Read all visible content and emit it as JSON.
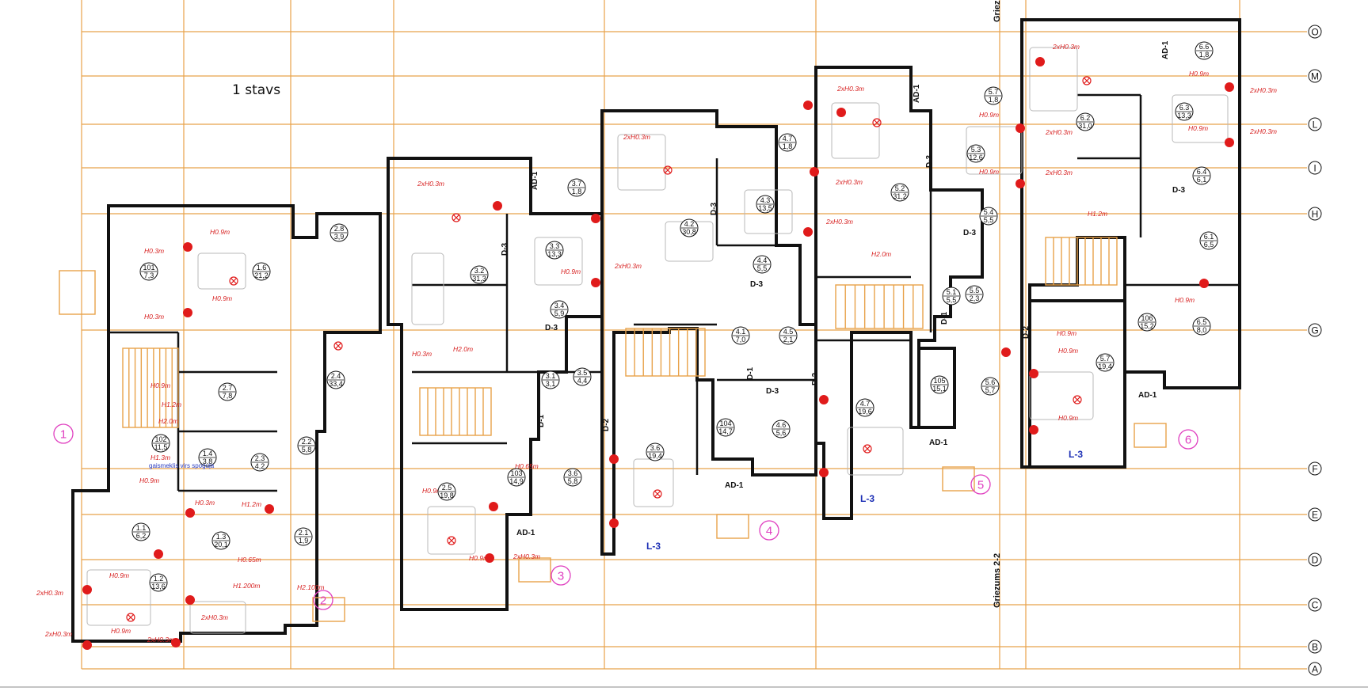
{
  "drawing": {
    "title": "1 stavs",
    "section_label": "Griezums 2-2",
    "note": "gaismeklis virs spoguļa"
  },
  "grid": {
    "horizontal_labels": [
      "O",
      "M",
      "L",
      "I",
      "H",
      "G",
      "F",
      "E",
      "D",
      "C",
      "B",
      "A"
    ]
  },
  "apartments": [
    "1",
    "2",
    "3",
    "4",
    "5",
    "6"
  ],
  "stair_labels": [
    "L-3",
    "L-3",
    "L-3",
    "L-3"
  ],
  "door_labels": [
    "AD-1",
    "AD-1",
    "AD-1",
    "AD-1",
    "AD-1",
    "AD-1",
    "AD-1",
    "D-1",
    "D-1",
    "D-1",
    "D-2",
    "D-2",
    "D-2",
    "D-3",
    "D-3",
    "D-3",
    "D-3",
    "D-3",
    "D-3",
    "D-3",
    "D-3"
  ],
  "rooms": [
    {
      "id": "101",
      "area": "7,3"
    },
    {
      "id": "1.6",
      "area": "21,2"
    },
    {
      "id": "2.8",
      "area": "3,9"
    },
    {
      "id": "2.7",
      "area": "7,8"
    },
    {
      "id": "2.4",
      "area": "33,4"
    },
    {
      "id": "102",
      "area": "11,5"
    },
    {
      "id": "1.4",
      "area": "3,8"
    },
    {
      "id": "2.3",
      "area": "4,2"
    },
    {
      "id": "2.2",
      "area": "5,8"
    },
    {
      "id": "1.1",
      "area": "6,2"
    },
    {
      "id": "1.3",
      "area": "20,1"
    },
    {
      "id": "2.1",
      "area": "1,9"
    },
    {
      "id": "1.2",
      "area": "13,6"
    },
    {
      "id": "3.7",
      "area": "1,8"
    },
    {
      "id": "3.2",
      "area": "31,3"
    },
    {
      "id": "3.3",
      "area": "13,3"
    },
    {
      "id": "3.4",
      "area": "5,9"
    },
    {
      "id": "3.1",
      "area": "3,1"
    },
    {
      "id": "3.5",
      "area": "4,4"
    },
    {
      "id": "103",
      "area": "14,9"
    },
    {
      "id": "2.5",
      "area": "19,8"
    },
    {
      "id": "3.6",
      "area": "5,8"
    },
    {
      "id": "4.7",
      "area": "1,8"
    },
    {
      "id": "4.2",
      "area": "30,8"
    },
    {
      "id": "4.3",
      "area": "13,5"
    },
    {
      "id": "4.4",
      "area": "5,5"
    },
    {
      "id": "4.1",
      "area": "7,0"
    },
    {
      "id": "4.5",
      "area": "2,1"
    },
    {
      "id": "3.6",
      "area": "19,4"
    },
    {
      "id": "104",
      "area": "14,7"
    },
    {
      "id": "4.6",
      "area": "5,6"
    },
    {
      "id": "5.7",
      "area": "1,8"
    },
    {
      "id": "5.2",
      "area": "31,2"
    },
    {
      "id": "5.3",
      "area": "12,6"
    },
    {
      "id": "5.4",
      "area": "5,5"
    },
    {
      "id": "5.1",
      "area": "5,5"
    },
    {
      "id": "5.5",
      "area": "2,3"
    },
    {
      "id": "105",
      "area": "15,1"
    },
    {
      "id": "5.6",
      "area": "5,7"
    },
    {
      "id": "4.7",
      "area": "19,6"
    },
    {
      "id": "6.6",
      "area": "1,8"
    },
    {
      "id": "6.2",
      "area": "31,0"
    },
    {
      "id": "6.3",
      "area": "13,3"
    },
    {
      "id": "6.4",
      "area": "6,1"
    },
    {
      "id": "6.1",
      "area": "6,5"
    },
    {
      "id": "106",
      "area": "15,2"
    },
    {
      "id": "6.5",
      "area": "8,0"
    },
    {
      "id": "5.7",
      "area": "19,4"
    }
  ],
  "fixture_labels": [
    "H0.9m",
    "H0.3m",
    "2xH0.3m",
    "H1.2m",
    "H2.0m",
    "H1.3m",
    "H0.65m",
    "H1.200m",
    "H2.100m"
  ],
  "legend_colors": {
    "grid_axis": "#e8a24a",
    "walls": "#111111",
    "electrical": "#e01b1b",
    "apartment_marker": "#e040c0",
    "stair_tag": "#1c2fb5"
  }
}
